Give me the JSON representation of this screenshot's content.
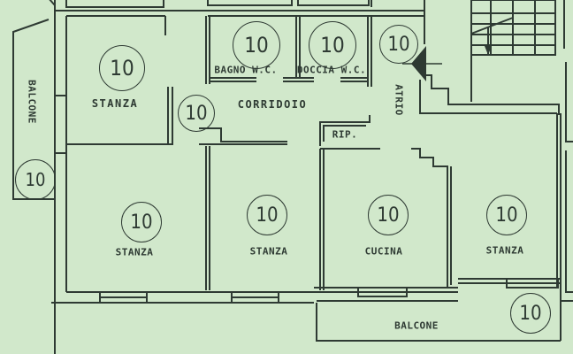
{
  "colors": {
    "paper": "#d1e8cb",
    "ink": "#2e3a33"
  },
  "rooms": [
    {
      "id": "stanza-top-left",
      "label": "STANZA",
      "badge": "10"
    },
    {
      "id": "bagno-wc",
      "label": "BAGNO W.C.",
      "badge": "10"
    },
    {
      "id": "doccia-wc",
      "label": "DOCCIA W.C.",
      "badge": "10"
    },
    {
      "id": "atrio",
      "label": "ATRIO",
      "badge": "10"
    },
    {
      "id": "corridoio",
      "label": "CORRIDOIO",
      "badge": "10"
    },
    {
      "id": "ripostiglio",
      "label": "RIP."
    },
    {
      "id": "balcone-left",
      "label": "BALCONE",
      "badge": "10"
    },
    {
      "id": "stanza-bottom-1",
      "label": "STANZA",
      "badge": "10"
    },
    {
      "id": "stanza-bottom-2",
      "label": "STANZA",
      "badge": "10"
    },
    {
      "id": "cucina",
      "label": "CUCINA",
      "badge": "10"
    },
    {
      "id": "stanza-bottom-right",
      "label": "STANZA",
      "badge": "10"
    },
    {
      "id": "balcone-bottom",
      "label": "BALCONE",
      "badge": "10"
    }
  ]
}
